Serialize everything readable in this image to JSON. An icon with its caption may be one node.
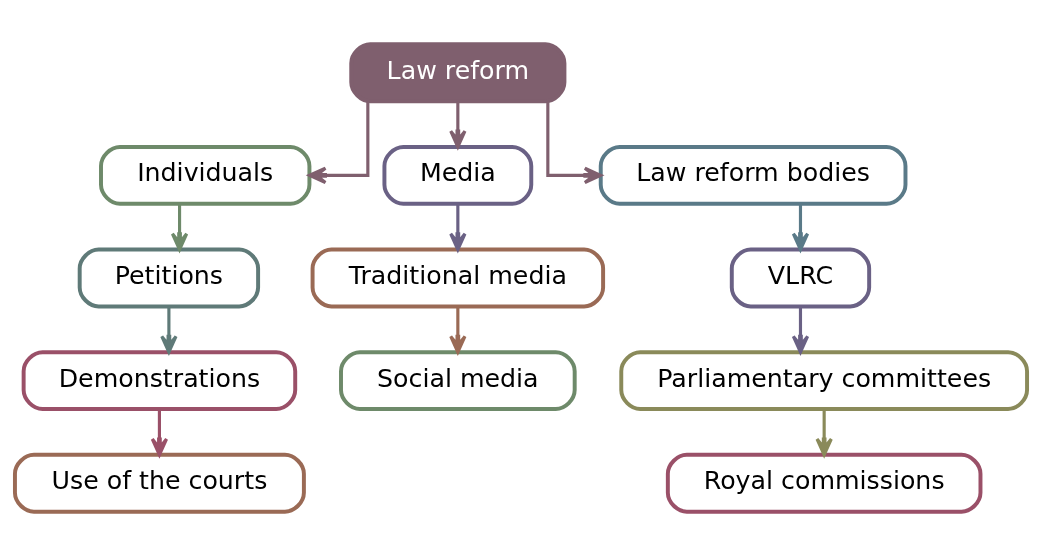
{
  "diagram": {
    "nodes": [
      {
        "text": [
          "Law reform"
        ]
      },
      {
        "text": [
          "Individuals"
        ]
      },
      {
        "text": [
          "Media"
        ]
      },
      {
        "text": [
          "Law reform bodies"
        ]
      },
      {
        "text": [
          "Petitions"
        ]
      },
      {
        "text": [
          "Demonstrations"
        ]
      },
      {
        "text": [
          "Use of the courts"
        ]
      },
      {
        "text": [
          "Traditional media"
        ]
      },
      {
        "text": [
          "Social media"
        ]
      },
      {
        "text": [
          "VLRC"
        ]
      },
      {
        "text": [
          "Parliamentary committees"
        ]
      },
      {
        "text": [
          "Royal commissions"
        ]
      }
    ],
    "edges": [
      {
        "from": 0,
        "to": 1,
        "arrow": "to",
        "color": "#7f5f6e"
      },
      {
        "from": 0,
        "to": 2,
        "arrow": "to",
        "color": "#7f5f6e"
      },
      {
        "from": 0,
        "to": 3,
        "arrow": "to",
        "color": "#7f5f6e"
      },
      {
        "from": 1,
        "to": 4,
        "arrow": "to",
        "color": "#6e8a6a"
      },
      {
        "from": 4,
        "to": 5,
        "arrow": "to",
        "color": "#5f7a78"
      },
      {
        "from": 5,
        "to": 6,
        "arrow": "to",
        "color": "#9a5068"
      },
      {
        "from": 2,
        "to": 7,
        "arrow": "to",
        "color": "#6a6185"
      },
      {
        "from": 7,
        "to": 8,
        "arrow": "to",
        "color": "#9a6a55"
      },
      {
        "from": 3,
        "to": 9,
        "arrow": "to",
        "color": "#5a7a88"
      },
      {
        "from": 9,
        "to": 10,
        "arrow": "to",
        "color": "#6a6185"
      },
      {
        "from": 10,
        "to": 11,
        "arrow": "to",
        "color": "#8a8a5a"
      }
    ]
  }
}
